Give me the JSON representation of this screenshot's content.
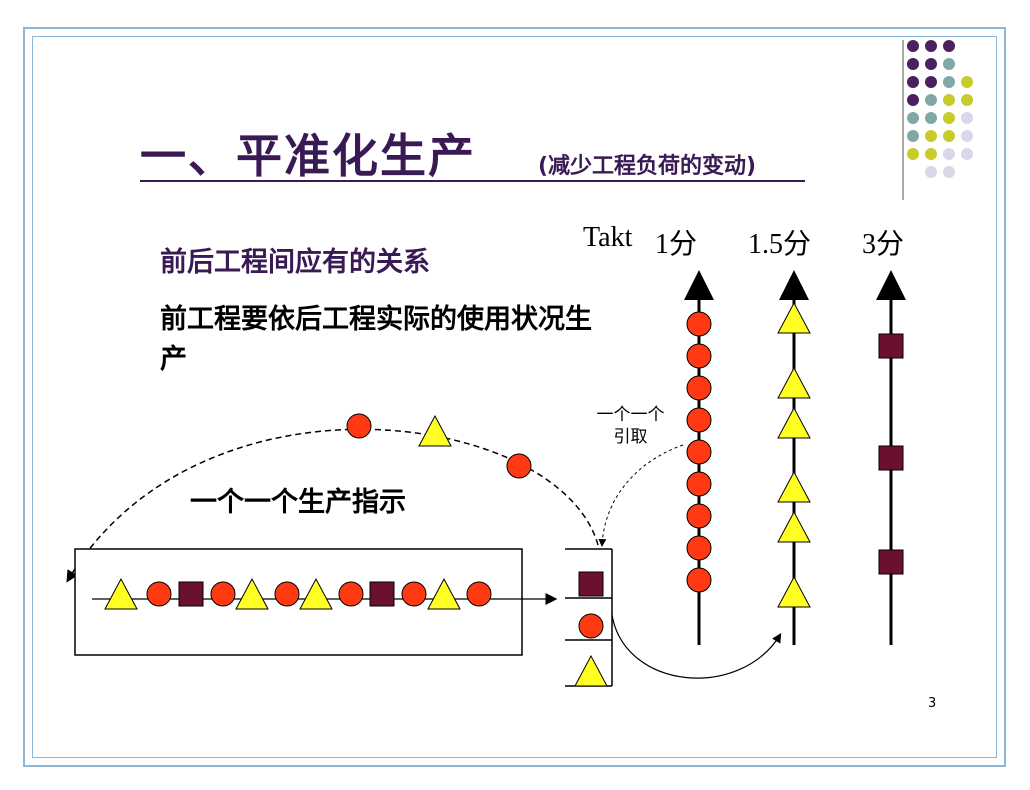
{
  "title": "一、平准化生产",
  "subtitle": "(减少工程负荷的变动)",
  "heading": "前后工程间应有的关系",
  "description": "前工程要依后工程实际的使用状况生产",
  "instruction_label": "一个一个生产指示",
  "pull_label_line1": "一个一个",
  "pull_label_line2": "引取",
  "takt": {
    "prefix": "Takt",
    "lanes": [
      "1分",
      "1.5分",
      "3分"
    ]
  },
  "page_number": "3",
  "colors": {
    "frame": "#8db6d8",
    "text_dark": "#3a1a55",
    "circle": "#ff3a12",
    "triangle": "#ffff24",
    "square": "#6b1030",
    "dot_purple": "#4a2060",
    "dot_teal": "#7fa8a6",
    "dot_olive": "#c8cc2a",
    "dot_lavender": "#d8d8e8"
  },
  "sequence": [
    "triangle",
    "circle",
    "square",
    "circle",
    "triangle",
    "circle",
    "triangle",
    "circle",
    "square",
    "circle",
    "triangle",
    "circle"
  ],
  "lane_items": {
    "lane_1": [
      "circle",
      "circle",
      "circle",
      "circle",
      "circle",
      "circle",
      "circle",
      "circle",
      "circle"
    ],
    "lane_1_5": [
      "triangle",
      "triangle",
      "triangle",
      "triangle",
      "triangle",
      "triangle"
    ],
    "lane_3": [
      "square",
      "square",
      "square"
    ]
  },
  "store_items": [
    "square",
    "circle",
    "triangle"
  ],
  "arc_items": [
    "circle",
    "triangle",
    "circle"
  ]
}
